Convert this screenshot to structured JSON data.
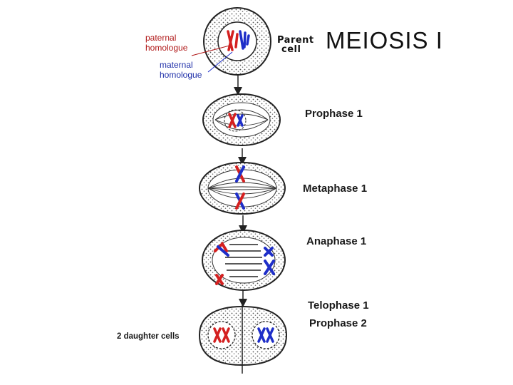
{
  "title": "MEIOSIS I",
  "parent_label_line1": "Parent",
  "parent_label_line2": "cell",
  "paternal_line1": "paternal",
  "paternal_line2": "homologue",
  "maternal_line1": "maternal",
  "maternal_line2": "homologue",
  "stages": {
    "prophase1": "Prophase 1",
    "metaphase1": "Metaphase 1",
    "anaphase1": "Anaphase 1",
    "telophase1": "Telophase 1",
    "prophase2": "Prophase 2"
  },
  "daughter_label": "2 daughter cells",
  "colors": {
    "paternal": "#d42020",
    "maternal": "#1e2ec8",
    "outline": "#222222"
  }
}
